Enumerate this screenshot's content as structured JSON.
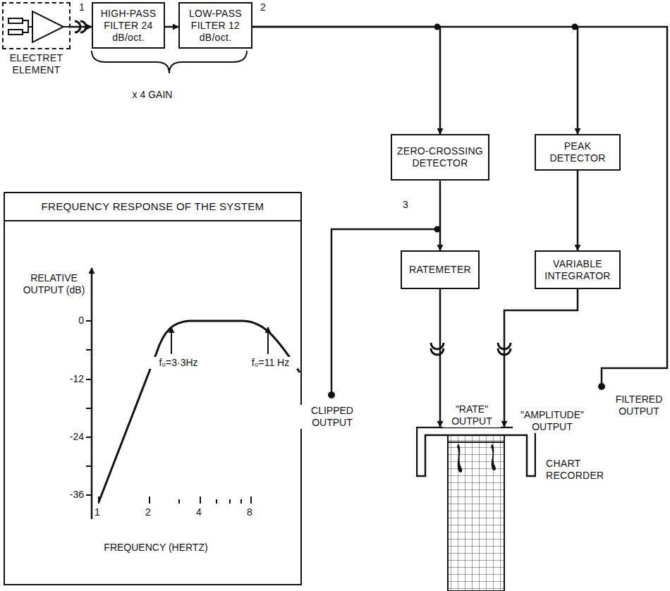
{
  "diagram": {
    "nodes": [
      {
        "text": [
          "ELECTRET ELEMENT"
        ]
      },
      {
        "text": [
          "HIGH-PASS FILTER 24 dB/oct."
        ]
      },
      {
        "text": [
          "LOW-PASS FILTER 12 dB/oct."
        ]
      },
      {
        "text": [
          "ZERO-CROSSING DETECTOR"
        ]
      },
      {
        "text": [
          "PEAK DETECTOR"
        ]
      },
      {
        "text": [
          "FREQUENCY RESPONSE OF THE SYSTEM"
        ]
      },
      {
        "text": [
          "RATEMETER"
        ]
      },
      {
        "text": [
          "VARIABLE INTEGRATOR"
        ]
      },
      {
        "text": [
          "CHART RECORDER"
        ]
      }
    ],
    "edges": [
      {
        "from": 0,
        "to": 1,
        "arrow": "to"
      },
      {
        "from": 1,
        "to": 2,
        "arrow": "to"
      },
      {
        "from": 2,
        "to": 3,
        "arrow": "to"
      },
      {
        "from": 2,
        "to": 4,
        "arrow": "to"
      },
      {
        "from": 3,
        "to": 6,
        "arrow": "to"
      },
      {
        "from": 4,
        "to": 7,
        "arrow": "to"
      },
      {
        "from": 6,
        "to": 8,
        "arrow": "to"
      },
      {
        "from": 7,
        "to": 8,
        "arrow": "to"
      }
    ],
    "labels": [
      "1",
      "2",
      "x 4 GAIN",
      "3",
      "CLIPPED OUTPUT",
      "\"RATE\" OUTPUT",
      "\"AMPLITUDE\" OUTPUT",
      "FILTERED OUTPUT",
      "RELATIVE OUTPUT (dB)",
      "0",
      "-12",
      "-24",
      "-36",
      "1",
      "2",
      "4",
      "8",
      "FREQUENCY (HERTZ)",
      "f₀=3·3Hz",
      "f₀=11 Hz"
    ]
  }
}
